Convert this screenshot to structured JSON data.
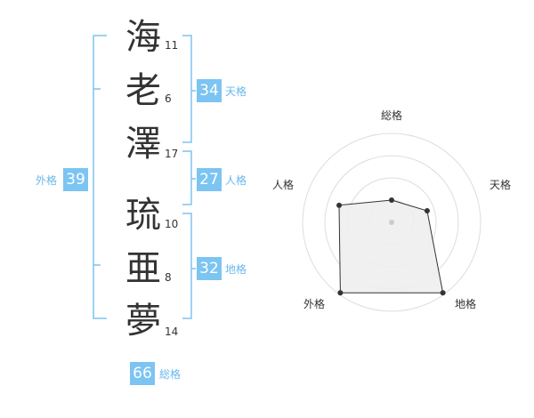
{
  "characters": [
    {
      "char": "海",
      "strokes": "11"
    },
    {
      "char": "老",
      "strokes": "6"
    },
    {
      "char": "澤",
      "strokes": "17"
    },
    {
      "char": "琉",
      "strokes": "10"
    },
    {
      "char": "亜",
      "strokes": "8"
    },
    {
      "char": "夢",
      "strokes": "14"
    }
  ],
  "fortunes": {
    "tenkaku": {
      "value": "34",
      "label": "天格"
    },
    "jinkaku": {
      "value": "27",
      "label": "人格"
    },
    "chikaku": {
      "value": "32",
      "label": "地格"
    },
    "gaikaku": {
      "value": "39",
      "label": "外格"
    },
    "soukaku": {
      "value": "66",
      "label": "総格"
    }
  },
  "radar": {
    "labels": {
      "top": "総格",
      "right_upper": "天格",
      "right_lower": "地格",
      "left_lower": "外格",
      "left_upper": "人格"
    },
    "levels": 4,
    "values": [
      0.25,
      0.42,
      0.98,
      0.98,
      0.62
    ],
    "colors": {
      "grid": "#dddddd",
      "fill": "#eeeeee",
      "stroke": "#333333"
    }
  },
  "colors": {
    "bracket": "#7cc4f2",
    "badge": "#7cc4f2"
  }
}
